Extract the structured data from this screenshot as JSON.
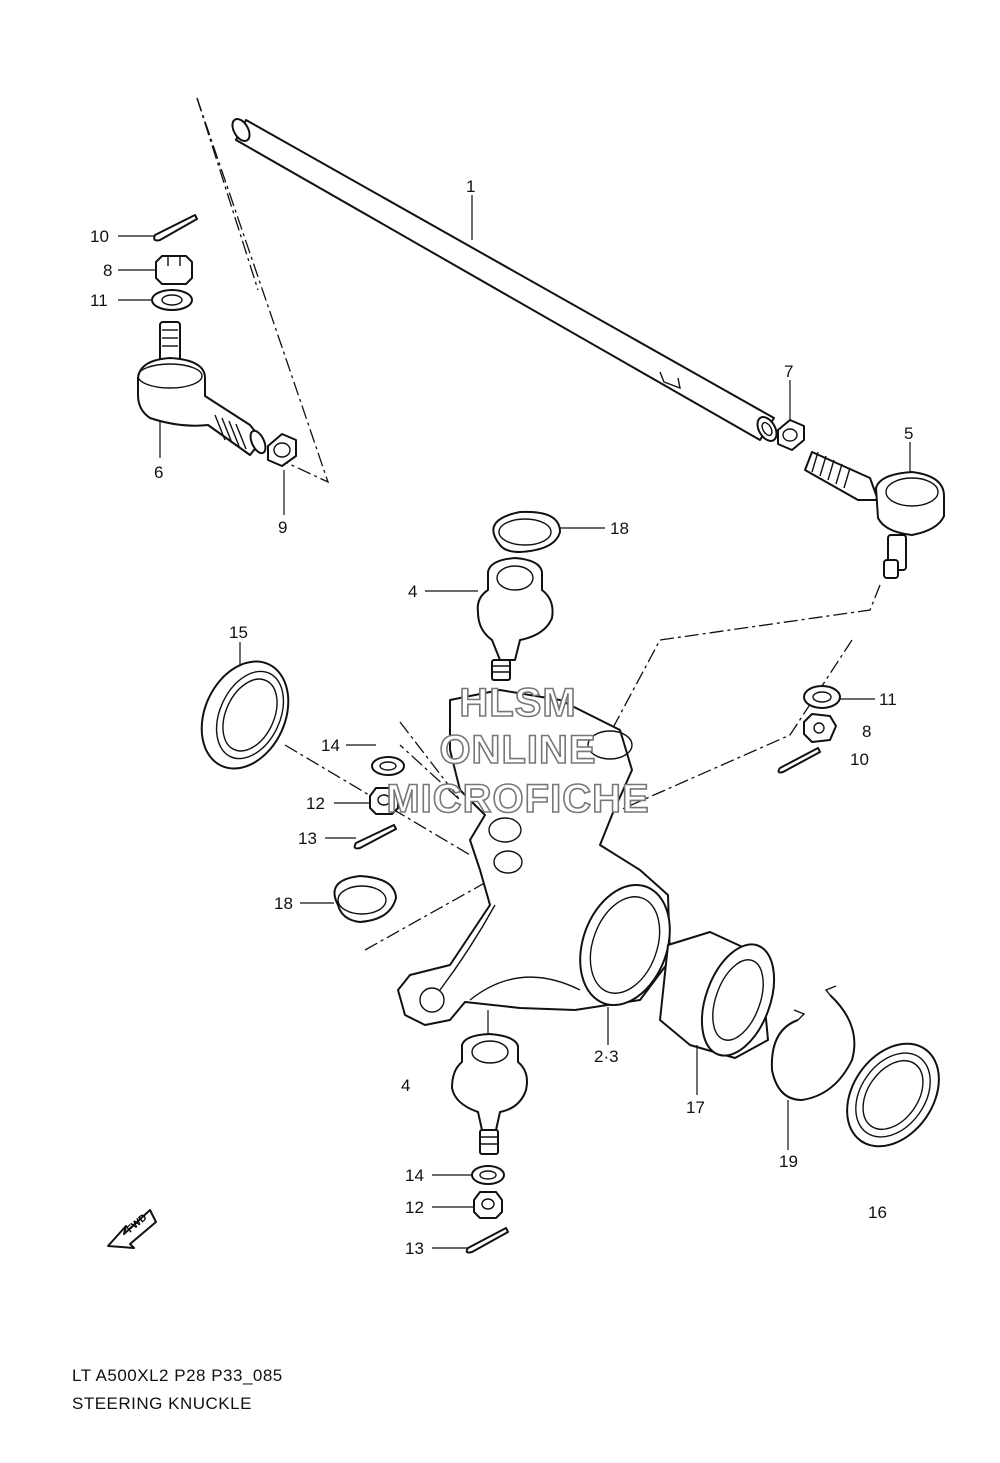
{
  "callouts": {
    "c1": "1",
    "c2_3": "2·3",
    "c4a": "4",
    "c4b": "4",
    "c5": "5",
    "c6": "6",
    "c7": "7",
    "c8a": "8",
    "c8b": "8",
    "c9": "9",
    "c10a": "10",
    "c10b": "10",
    "c11a": "11",
    "c11b": "11",
    "c12a": "12",
    "c12b": "12",
    "c13a": "13",
    "c13b": "13",
    "c14a": "14",
    "c14b": "14",
    "c15": "15",
    "c16": "16",
    "c17": "17",
    "c18a": "18",
    "c18b": "18",
    "c19": "19"
  },
  "watermark": {
    "line1": "HLSM",
    "line2": "ONLINE",
    "line3": "MICROFICHE"
  },
  "fwd_label": "FWD",
  "footer": {
    "code": "LT A500XL2 P28 P33_085",
    "title": "STEERING KNUCKLE"
  }
}
